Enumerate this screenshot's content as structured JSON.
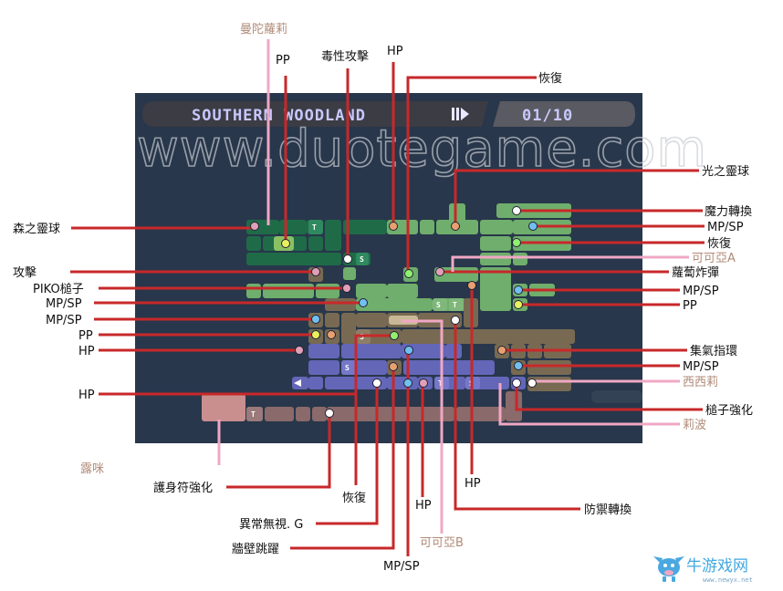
{
  "hud": {
    "area_name": "SOUTHERN WOODLAND",
    "counter": "01/10"
  },
  "watermark": "www.duotegame.com",
  "logo": {
    "name": "牛游戏网",
    "url": "www.newyx.net"
  },
  "map_tags": {
    "t": "T",
    "s": "S"
  },
  "labels": {
    "top_mandragora": "曼陀蘿莉",
    "top_pp": "PP",
    "top_poison_attack": "毒性攻擊",
    "top_hp": "HP",
    "top_recover": "恢復",
    "left_forest_orb": "森之靈球",
    "left_attack": "攻擊",
    "left_piko_hammer": "PIKO槌子",
    "left_mpsp_1": "MP/SP",
    "left_mpsp_2": "MP/SP",
    "left_pp": "PP",
    "left_hp_1": "HP",
    "left_hp_2": "HP",
    "bottom_lumi": "露咪",
    "bottom_amulet_up": "護身符強化",
    "bottom_recover": "恢復",
    "bottom_status_ignore": "異常無視. G",
    "bottom_wall_jump": "牆壁跳躍",
    "bottom_mpsp": "MP/SP",
    "bottom_cocoa_b": "可可亞B",
    "bottom_hp_1": "HP",
    "bottom_hp_2": "HP",
    "bottom_defense_switch": "防禦轉換",
    "right_light_orb": "光之靈球",
    "right_magic_switch": "魔力轉換",
    "right_mpsp_1": "MP/SP",
    "right_recover": "恢復",
    "right_cocoa_a": "可可亞A",
    "right_carrot_bomb": "蘿蔔炸彈",
    "right_mpsp_2": "MP/SP",
    "right_pp": "PP",
    "right_charge_ring": "集氣指環",
    "right_mpsp_3": "MP/SP",
    "right_cicini": "西西莉",
    "right_hammer_up": "槌子強化",
    "right_ribbon": "莉波"
  },
  "colors": {
    "map_bg": "#28374b",
    "green_dark": "#1f6b48",
    "green_light": "#6fae6c",
    "brown": "#786a52",
    "purple": "#6466b8",
    "mauve": "#8a6a6a",
    "pink_room": "#c98e8e",
    "leader_red": "#c8282a",
    "leader_pink": "#f0a8c4"
  }
}
